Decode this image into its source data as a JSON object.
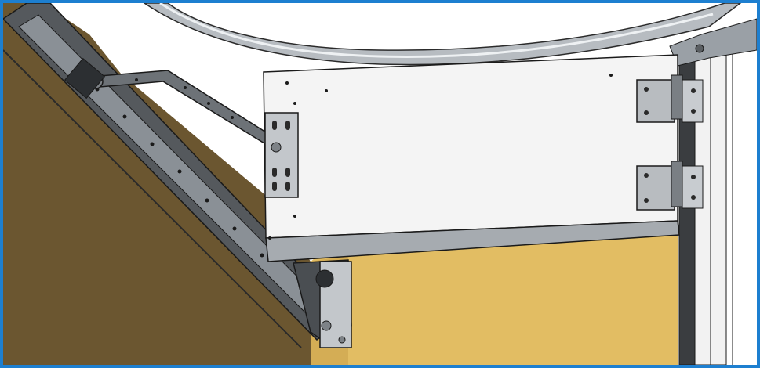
{
  "figure": {
    "description_visible_text": "",
    "colors": {
      "frame_border": "#1d7fd0",
      "wall_dark": "#6b5630",
      "wall_light": "#e2bd63",
      "panel_white": "#f4f4f4",
      "steel_dark": "#3a3d40",
      "steel_mid": "#8a9096",
      "steel_light": "#c9ced3",
      "hinge_plate": "#b8bcc0",
      "edge_line": "#1a1a1a"
    },
    "parts": [
      "overhead-rail",
      "horizontal-track",
      "top-door-panel",
      "lift-arm",
      "arm-bracket",
      "side-hinge-upper",
      "side-hinge-lower",
      "bottom-bracket",
      "door-jamb",
      "wall"
    ]
  }
}
